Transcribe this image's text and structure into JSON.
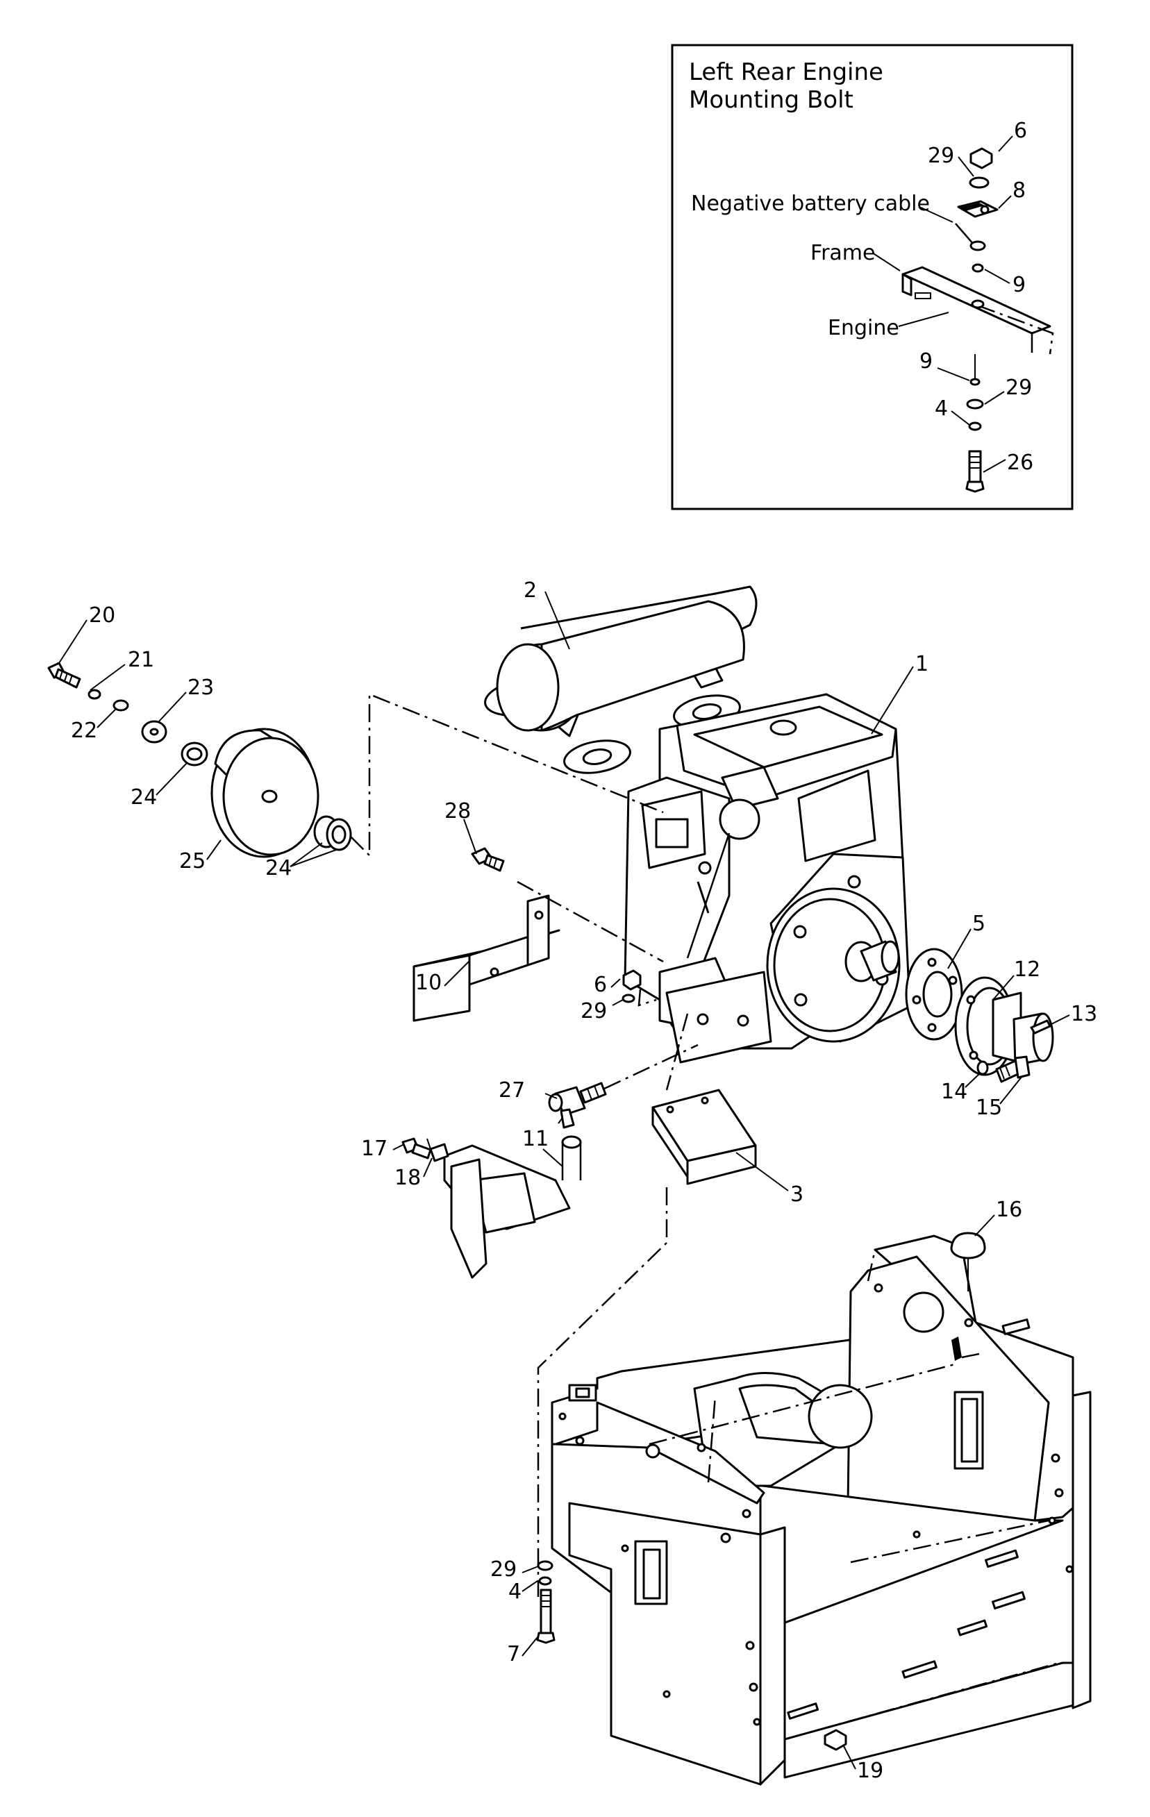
{
  "inset": {
    "title_line1": "Left Rear Engine",
    "title_line2": "Mounting Bolt",
    "negative_battery_cable": "Negative battery cable",
    "frame": "Frame",
    "engine": "Engine",
    "callouts": [
      "6",
      "29",
      "8",
      "9",
      "9",
      "29",
      "4",
      "26"
    ]
  },
  "callouts": {
    "c1": "1",
    "c2": "2",
    "c3": "3",
    "c4": "4",
    "c5": "5",
    "c6": "6",
    "c7": "7",
    "c10": "10",
    "c11": "11",
    "c12": "12",
    "c13": "13",
    "c14": "14",
    "c15": "15",
    "c16": "16",
    "c17": "17",
    "c18": "18",
    "c19": "19",
    "c20": "20",
    "c21": "21",
    "c22": "22",
    "c23": "23",
    "c24a": "24",
    "c24b": "24",
    "c25": "25",
    "c27": "27",
    "c28": "28",
    "c29a": "29",
    "c29b": "29"
  }
}
